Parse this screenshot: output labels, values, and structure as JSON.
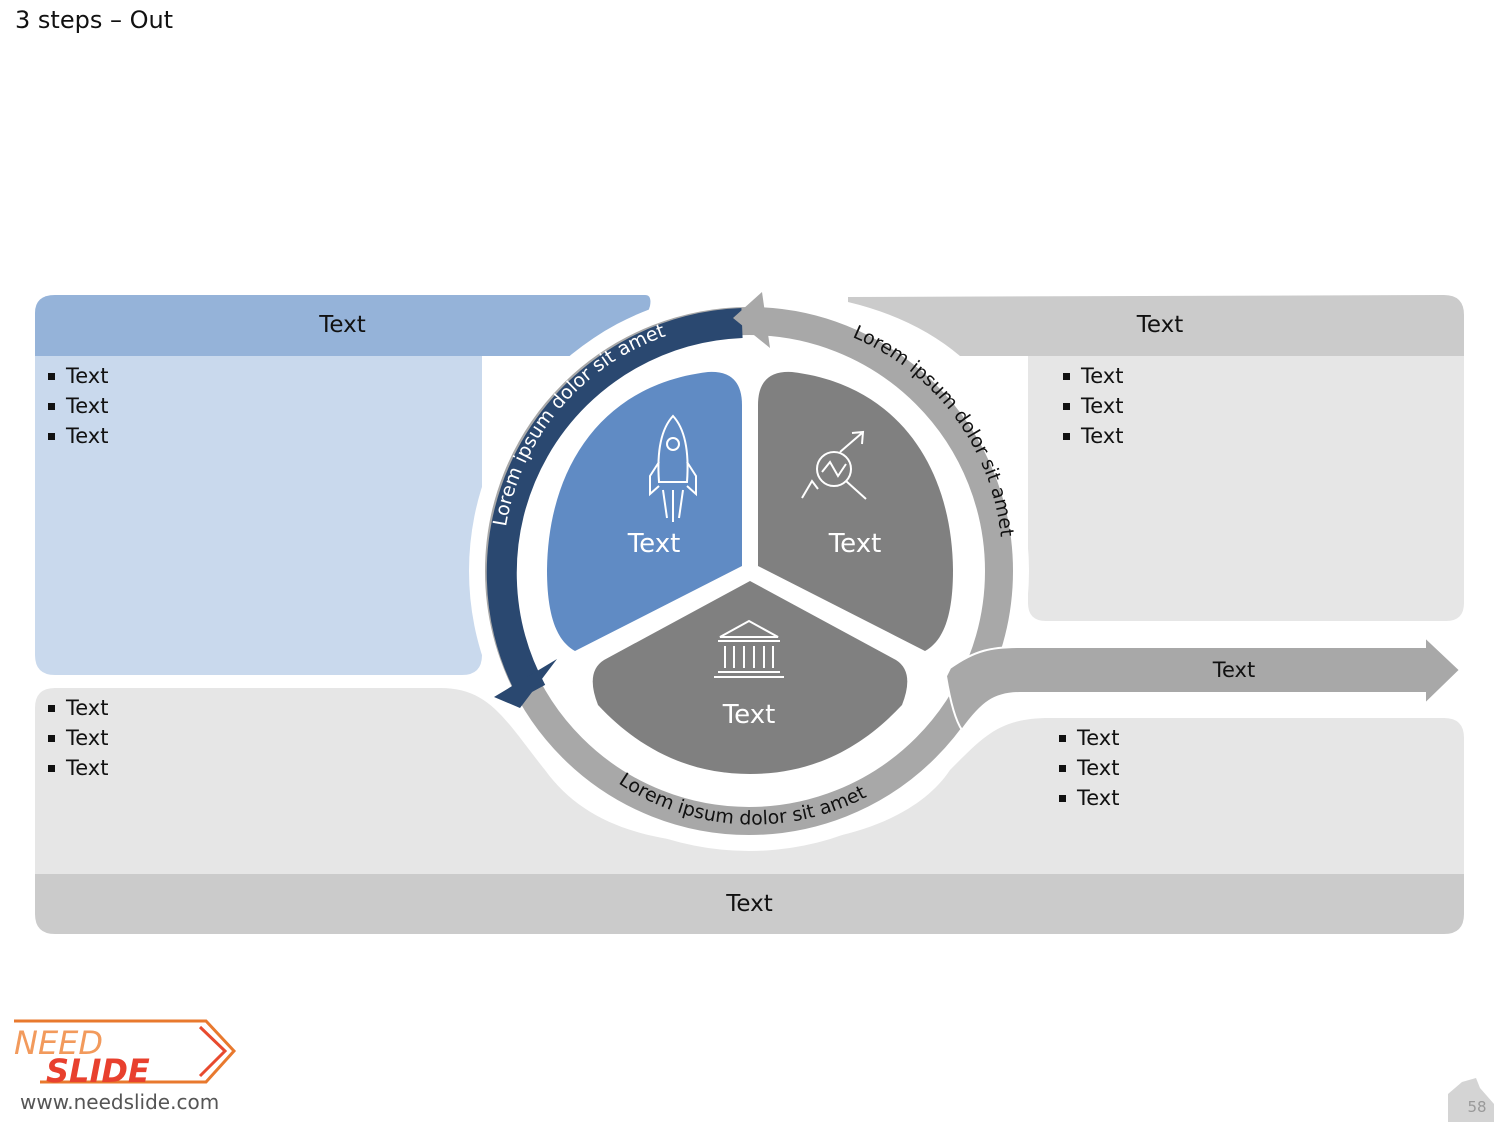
{
  "slide": {
    "title": "3 steps – Out",
    "page_number": "58"
  },
  "panels": {
    "top_left": {
      "header": "Text",
      "bullets": [
        "Text",
        "Text",
        "Text"
      ]
    },
    "top_right": {
      "header": "Text",
      "bullets": [
        "Text",
        "Text",
        "Text"
      ]
    },
    "bottom_left": {
      "bullets": [
        "Text",
        "Text",
        "Text"
      ]
    },
    "bottom_right": {
      "bullets": [
        "Text",
        "Text",
        "Text"
      ]
    },
    "footer_bar": {
      "label": "Text"
    },
    "out_arrow": {
      "label": "Text"
    }
  },
  "cycle": {
    "arc_labels": [
      "Lorem ipsum dolor sit amet",
      "Lorem ipsum dolor sit amet",
      "Lorem ipsum dolor sit amet"
    ],
    "segments": [
      {
        "label": "Text",
        "icon": "rocket-icon"
      },
      {
        "label": "Text",
        "icon": "analytics-magnifier-icon"
      },
      {
        "label": "Text",
        "icon": "bank-building-icon"
      }
    ]
  },
  "logo": {
    "line1": "NEED",
    "line2": "SLIDE",
    "url": "www.needslide.com"
  },
  "colors": {
    "dark_blue": "#2a4870",
    "mid_blue": "#608bc4",
    "light_blue_header": "#95b3d9",
    "light_blue_body": "#c9d9ed",
    "dark_gray": "#808080",
    "mid_gray": "#a8a8a8",
    "light_gray_header": "#cbcbcb",
    "light_gray_body": "#e6e6e6"
  }
}
